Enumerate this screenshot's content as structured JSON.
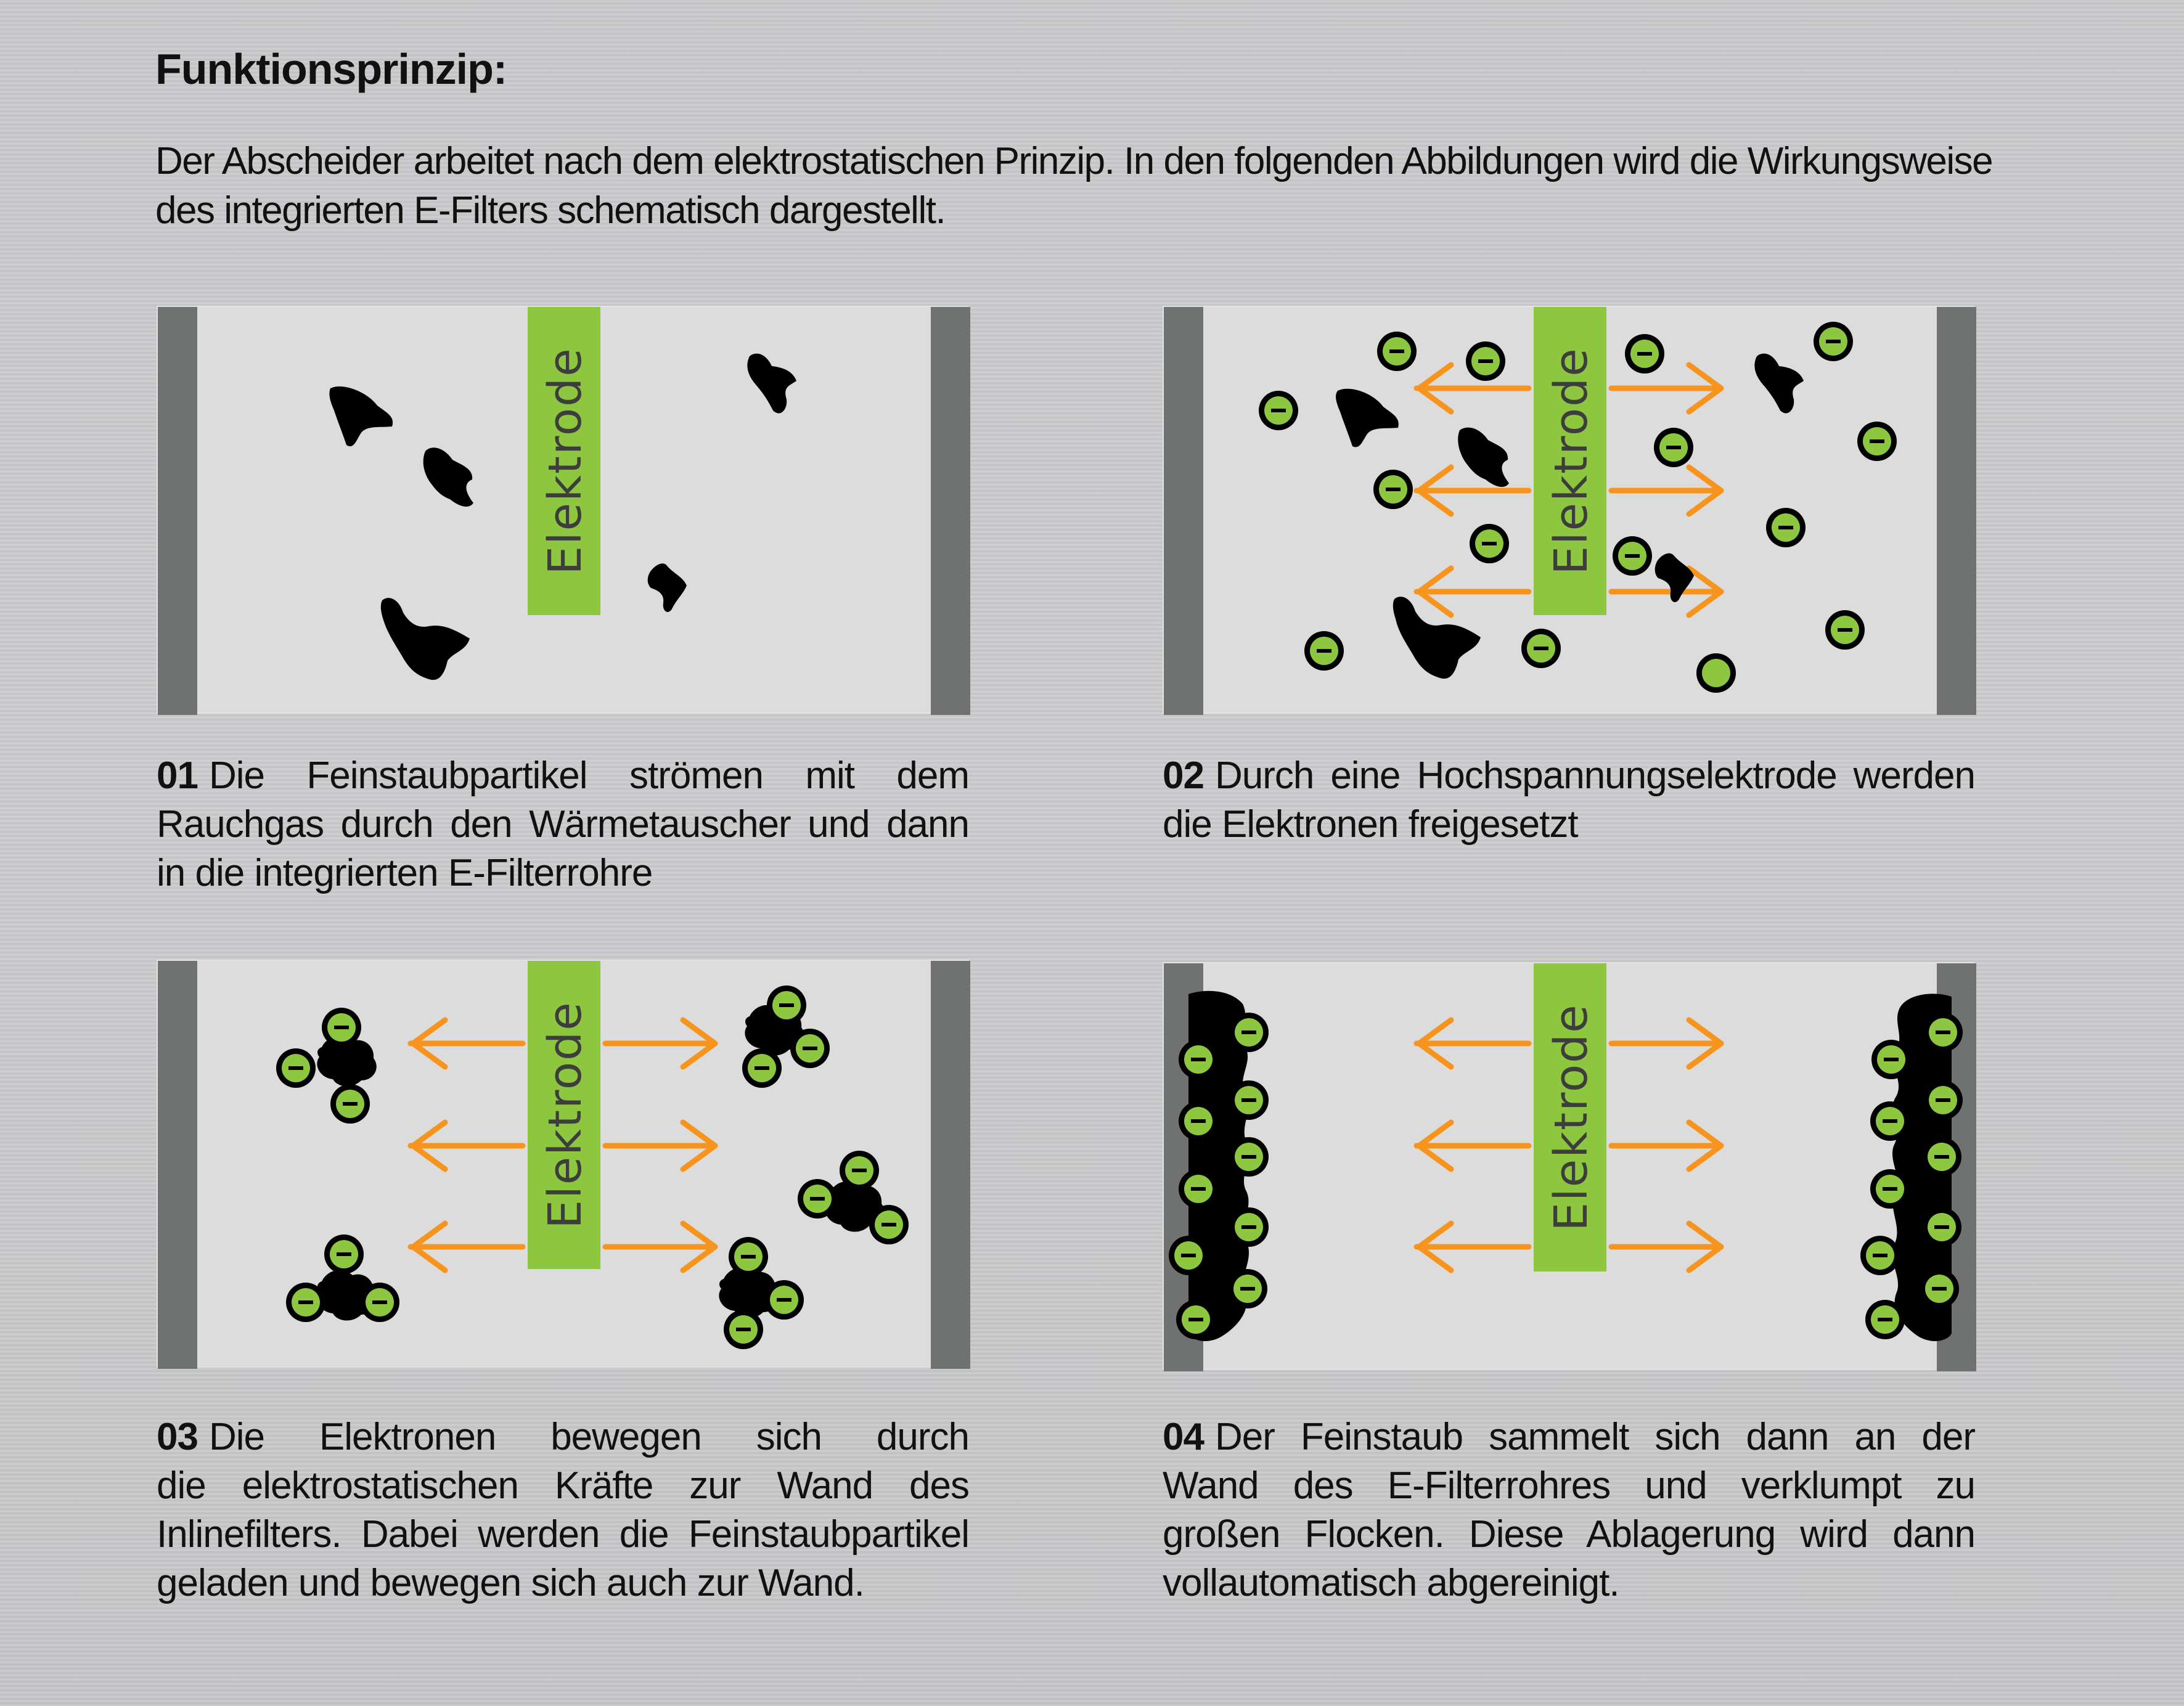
{
  "title": "Funktionsprinzip:",
  "intro": {
    "line1": "Der Abscheider arbeitet nach dem elektrostatischen Prinzip. In den folgenden Abbildungen wird die Wirkungsweise",
    "line2": "des integrierten E-Filters schematisch dargestellt."
  },
  "electrode_label": "Elektrode",
  "colors": {
    "wall": "#707272",
    "panel": "#dcdcdc",
    "electrode": "#8dc63f",
    "electron_fill": "#8dc63f",
    "arrow": "#f7941d",
    "particle": "#000000"
  },
  "panels": [
    {
      "number": "01",
      "lines": [
        "Die Feinstaubpartikel strömen mit dem",
        "Rauchgas durch den Wärmetauscher und dann",
        "in die integrierten E-Filterrohre"
      ]
    },
    {
      "number": "02",
      "lines": [
        "Durch eine Hochspannungselektrode werden",
        "die Elektronen freigesetzt"
      ]
    },
    {
      "number": "03",
      "lines": [
        "Die Elektronen bewegen sich durch",
        "die elektrostatischen Kräfte zur Wand des",
        "Inlinefilters. Dabei werden die Feinstaubpartikel",
        "geladen und bewegen sich auch zur Wand."
      ]
    },
    {
      "number": "04",
      "lines": [
        "Der Feinstaub sammelt sich dann an der",
        "Wand des E-Filterrohres und verklumpt zu",
        "großen Flocken. Diese Ablagerung wird dann",
        "vollautomatisch abgereinigt."
      ]
    }
  ]
}
